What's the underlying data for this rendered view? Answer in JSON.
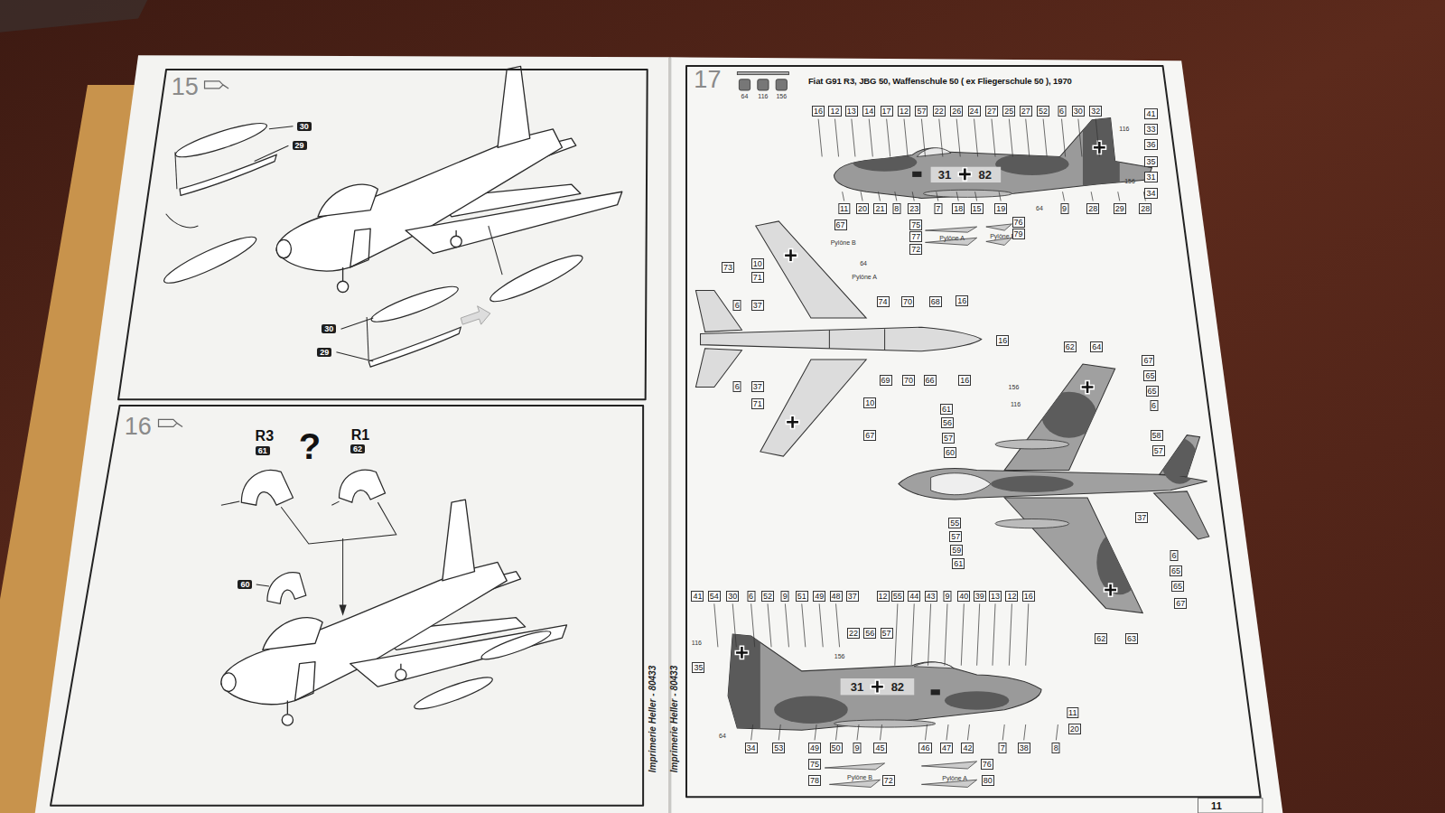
{
  "diagram": {
    "nodes": [
      {
        "text": [
          "15"
        ]
      },
      {
        "text": [
          "16"
        ]
      },
      {
        "text": [
          "17",
          "Fiat G91 R3, JBG 50, Waffenschule 50 ( ex Fliegerschule 50 ), 1970"
        ]
      }
    ],
    "labels": [
      "30",
      "29",
      "30",
      "29",
      "R3",
      "61",
      "?",
      "R1",
      "62",
      "60",
      "Imprimerie Heller - 80433",
      "Imprimerie Heller - 80433",
      "11",
      "64",
      "116",
      "156",
      "16",
      "12",
      "13",
      "14",
      "17",
      "12",
      "57",
      "22",
      "26",
      "24",
      "27",
      "25",
      "27",
      "52",
      "6",
      "30",
      "32",
      "41",
      "33",
      "36",
      "35",
      "31",
      "34",
      "116",
      "156",
      "11",
      "20",
      "21",
      "8",
      "23",
      "7",
      "18",
      "15",
      "19",
      "9",
      "28",
      "29",
      "28",
      "64",
      "75",
      "76",
      "77",
      "Pylône A",
      "Pylône B",
      "79",
      "72",
      "67",
      "Pylône B",
      "64",
      "Pylône A",
      "10",
      "71",
      "73",
      "6",
      "37",
      "74",
      "70",
      "68",
      "16",
      "16",
      "69",
      "70",
      "66",
      "16",
      "6",
      "37",
      "71",
      "10",
      "67",
      "62",
      "64",
      "67",
      "65",
      "65",
      "6",
      "156",
      "116",
      "61",
      "56",
      "57",
      "60",
      "58",
      "57",
      "37",
      "55",
      "57",
      "59",
      "61",
      "6",
      "65",
      "65",
      "67",
      "62",
      "63",
      "41",
      "54",
      "30",
      "6",
      "52",
      "9",
      "51",
      "49",
      "48",
      "37",
      "12",
      "55",
      "44",
      "43",
      "9",
      "40",
      "39",
      "13",
      "12",
      "16",
      "22",
      "56",
      "57",
      "116",
      "156",
      "35",
      "11",
      "20",
      "64",
      "34",
      "53",
      "49",
      "50",
      "9",
      "45",
      "46",
      "47",
      "42",
      "7",
      "38",
      "8",
      "75",
      "76",
      "78",
      "Pylône B",
      "72",
      "Pylône A",
      "80",
      "31",
      "82",
      "31",
      "82"
    ]
  }
}
